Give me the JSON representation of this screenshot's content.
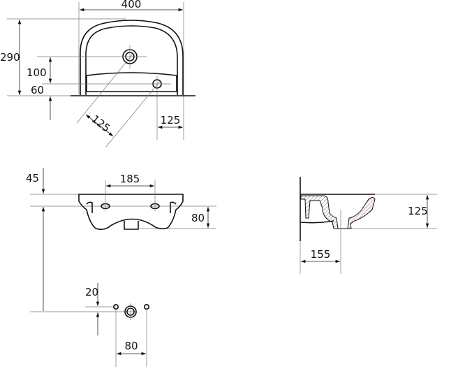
{
  "top_view": {
    "width": "400",
    "height": "290",
    "drain_to_tap_vertical": "100",
    "tap_height": "60",
    "diagonal": "125",
    "tap_offset": "125"
  },
  "front_view": {
    "hole_spacing": "185",
    "top_offset": "45",
    "depth": "80"
  },
  "bottom_view": {
    "offset": "20",
    "hole_spacing": "80"
  },
  "side_view": {
    "height": "125",
    "projection": "155"
  },
  "colors": {
    "line": "#111111",
    "section_hatch": "#b98a9c"
  }
}
